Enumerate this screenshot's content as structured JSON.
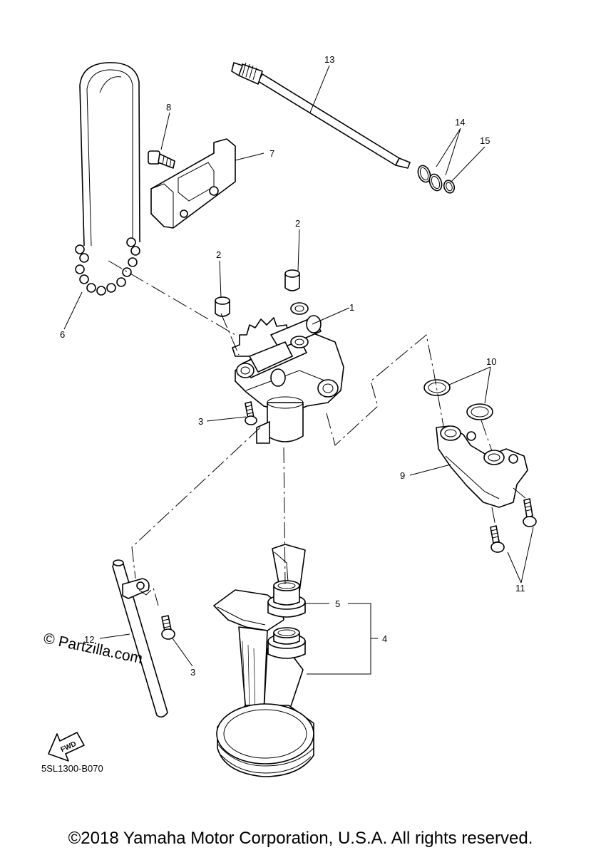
{
  "diagram": {
    "callouts": {
      "c1": "1",
      "c2a": "2",
      "c2b": "2",
      "c3a": "3",
      "c3b": "3",
      "c4": "4",
      "c5": "5",
      "c6": "6",
      "c7": "7",
      "c8": "8",
      "c9": "9",
      "c10": "10",
      "c11": "11",
      "c12": "12",
      "c13": "13",
      "c14": "14",
      "c15": "15"
    },
    "fwd_label": "FWD",
    "code": "5SL1300-B070"
  },
  "watermark": "© Partzilla.com",
  "footer": {
    "copyright": "©2018 Yamaha Motor Corporation, U.S.A. All rights reserved."
  }
}
